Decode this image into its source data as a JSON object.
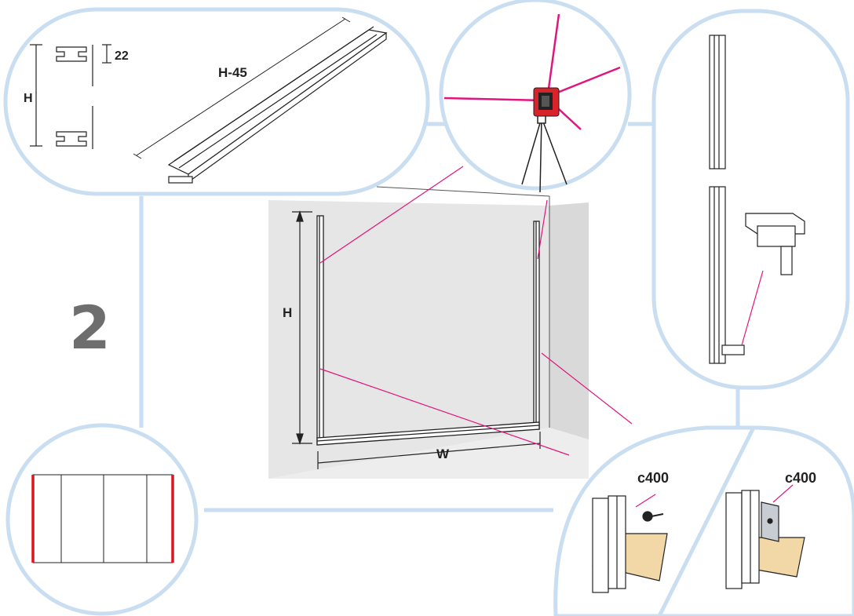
{
  "step_number": "2",
  "labels": {
    "profile_height": "H",
    "profile_flange": "22",
    "rail_length": "H-45",
    "wall_height": "H",
    "wall_width": "W",
    "fixing_screw": "c400",
    "fixing_bracket": "c400"
  },
  "colors": {
    "callout_outline": "#c9def0",
    "laser": "#e0157e",
    "wall": "#e6e6e6",
    "wood": "#f2d8a6",
    "panel_edge": "#e0151b",
    "laser_device": "#d9232a"
  },
  "icons": [
    "laser-level-icon",
    "tripod-icon",
    "screw-icon",
    "bracket-icon"
  ]
}
